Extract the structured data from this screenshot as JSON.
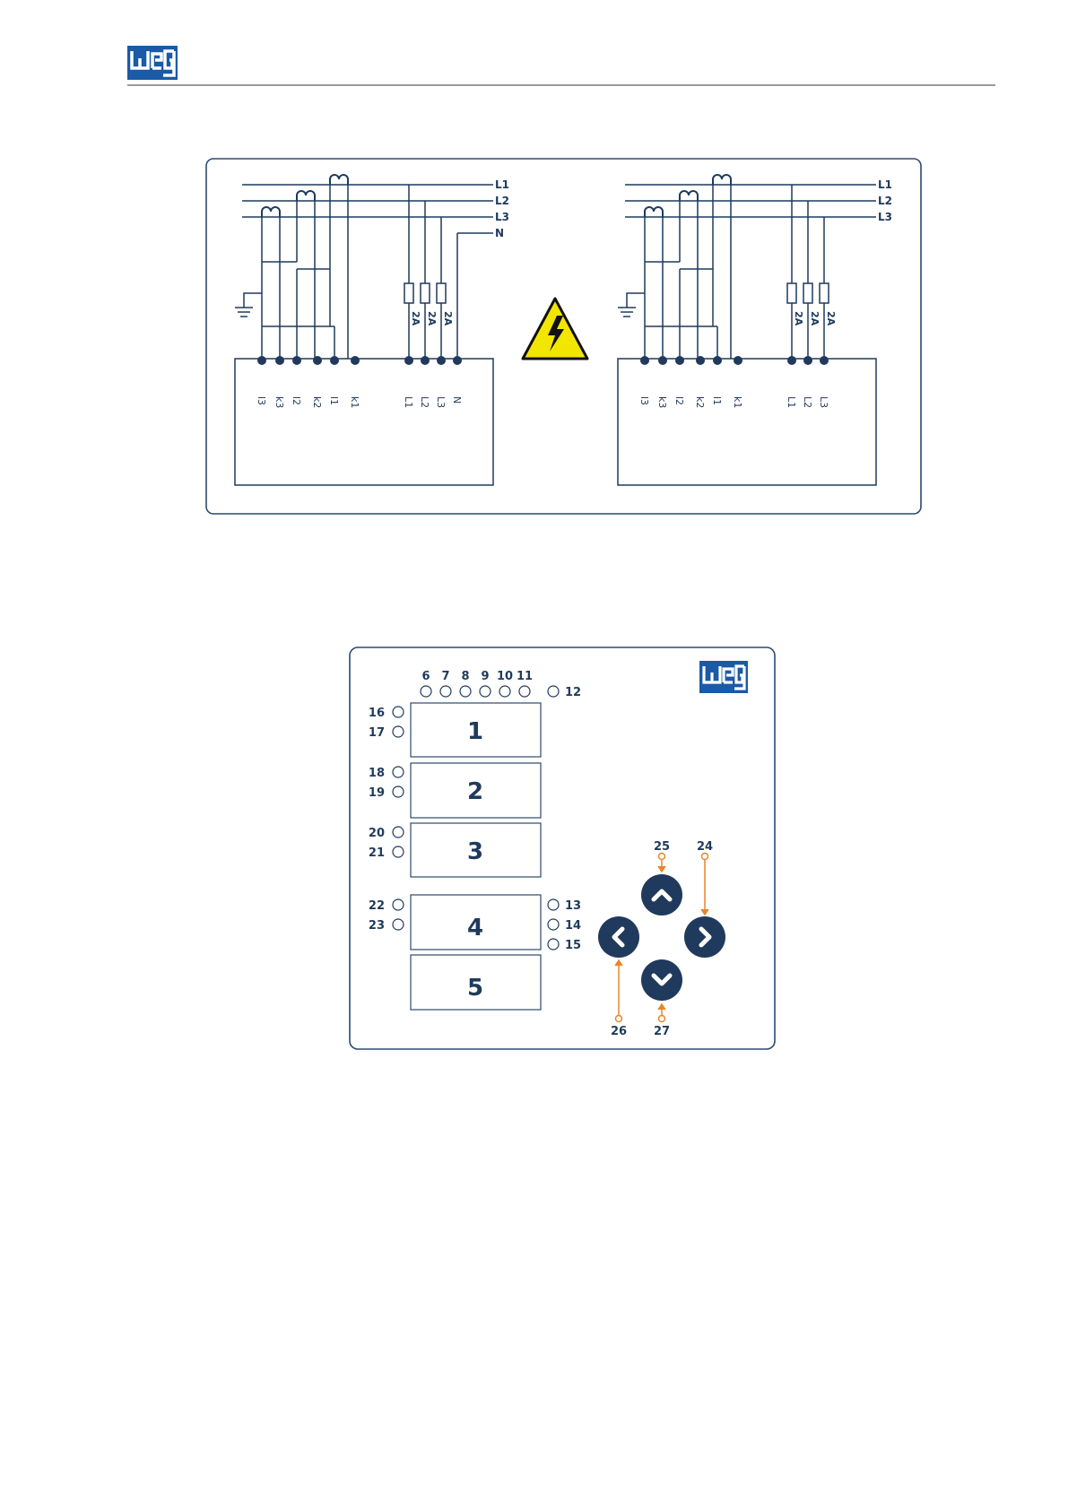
{
  "header": {
    "brand": "WEG"
  },
  "wiring_diagram": {
    "left": {
      "lines": [
        "L1",
        "L2",
        "L3",
        "N"
      ],
      "fuses": [
        "2A",
        "2A",
        "2A"
      ],
      "terminals": [
        "l3",
        "k3",
        "l2",
        "k2",
        "l1",
        "k1",
        "L1",
        "L2",
        "L3",
        "N"
      ]
    },
    "right": {
      "lines": [
        "L1",
        "L2",
        "L3"
      ],
      "fuses": [
        "2A",
        "2A",
        "2A"
      ],
      "terminals": [
        "l3",
        "k3",
        "l2",
        "k2",
        "l1",
        "k1",
        "L1",
        "L2",
        "L3"
      ]
    },
    "warning_icon": "high-voltage-warning-icon",
    "warning_color": "#f2e600"
  },
  "front_panel": {
    "brand": "WEG",
    "top_leds": [
      "6",
      "7",
      "8",
      "9",
      "10",
      "11"
    ],
    "led_12": "12",
    "displays": [
      "1",
      "2",
      "3",
      "4",
      "5"
    ],
    "left_leds": [
      "16",
      "17",
      "18",
      "19",
      "20",
      "21",
      "22",
      "23"
    ],
    "right_leds": [
      "13",
      "14",
      "15"
    ],
    "keys": [
      {
        "icon": "chevron-up-icon",
        "callout": "25"
      },
      {
        "icon": "chevron-right-icon",
        "callout": "24"
      },
      {
        "icon": "chevron-left-icon",
        "callout": "26"
      },
      {
        "icon": "chevron-down-icon",
        "callout": "27"
      }
    ],
    "key_color": "#1f3a5c",
    "callout_color": "#e8862a"
  }
}
